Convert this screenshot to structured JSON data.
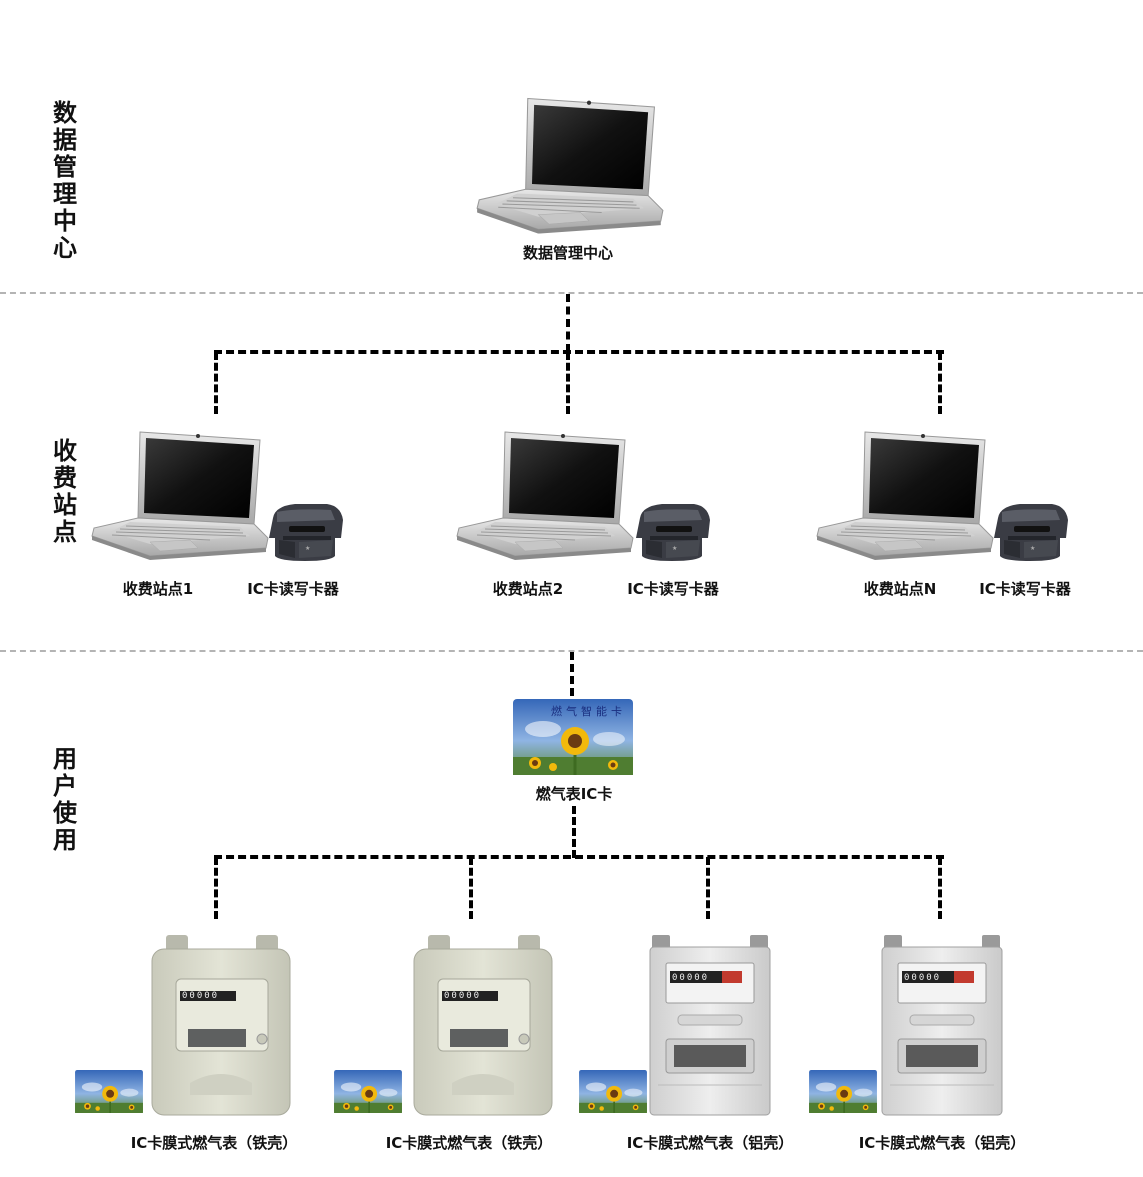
{
  "layers": {
    "data_center": "数\n据\n管\n理\n中\n心",
    "stations": "收\n费\n站\n点",
    "users": "用\n户\n使\n用"
  },
  "nodes": {
    "center": "数据管理中心",
    "station1": "收费站点1",
    "station2": "收费站点2",
    "stationN": "收费站点N",
    "reader": "IC卡读写卡器",
    "gas_card": "燃气表IC卡",
    "meter_iron": "IC卡膜式燃气表（铁壳）",
    "meter_alu": "IC卡膜式燃气表（铝壳）"
  },
  "card_text": "燃气智能卡",
  "meter_display": "00000",
  "colors": {
    "separator": "#b4b4b4",
    "connector": "#000000",
    "card_sky": "#4a7cc6",
    "meter_iron": "#d9dacb",
    "meter_alu": "#e4e4e4"
  }
}
